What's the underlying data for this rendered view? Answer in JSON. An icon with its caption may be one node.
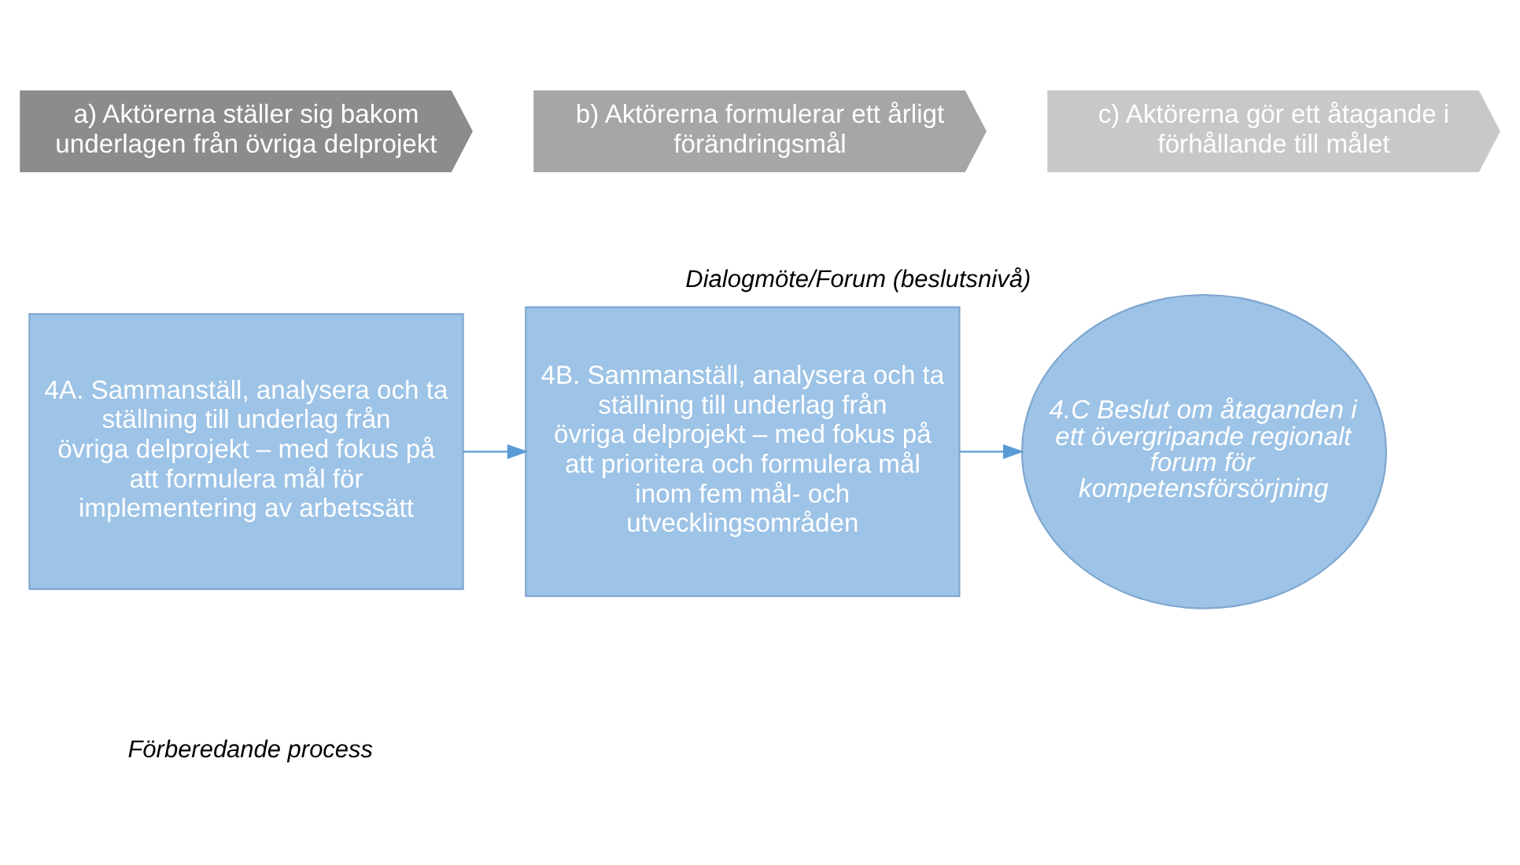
{
  "diagram": {
    "nodes": [
      {
        "text": [
          "a) Aktörerna ställer sig bakom underlagen från övriga delprojekt"
        ]
      },
      {
        "text": [
          "b) Aktörerna formulerar ett årligt förändringsmål"
        ]
      },
      {
        "text": [
          "c) Aktörerna gör ett åtagande i förhållande till målet"
        ]
      },
      {
        "text": [
          "4A. Sammanställ, analysera och ta ställning till underlag från övriga delprojekt – med fokus på att formulera mål för implementering av arbetssätt"
        ]
      },
      {
        "text": [
          "4B. Sammanställ, analysera och ta ställning till underlag från övriga delprojekt – med fokus på att prioritera och formulera mål inom fem mål- och utvecklingsområden"
        ]
      },
      {
        "text": [
          "4.C Beslut om åtaganden i ett övergripande regionalt forum för kompetensförsörjning"
        ],
        "beside": [
          "Dialogmöte/Forum (beslutsnivå)"
        ]
      }
    ],
    "edges": [
      {
        "from": 3,
        "to": 4,
        "arrow": "to"
      },
      {
        "from": 4,
        "to": 5,
        "arrow": "to"
      }
    ],
    "labels": [
      "Förberedande process"
    ]
  }
}
